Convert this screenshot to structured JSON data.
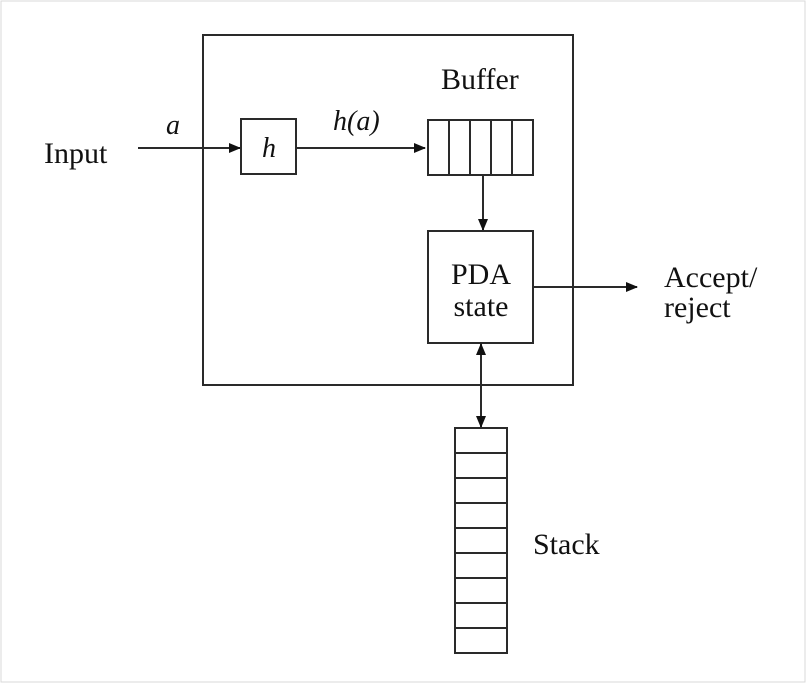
{
  "labels": {
    "input": "Input",
    "input_symbol": "a",
    "transducer": "h",
    "transduced_symbol": "h(a)",
    "buffer": "Buffer",
    "pda_line1": "PDA",
    "pda_line2": "state",
    "output_line1": "Accept/",
    "output_line2": "reject",
    "stack": "Stack"
  },
  "buffer": {
    "cells": 5
  },
  "stack": {
    "cells": 9
  }
}
